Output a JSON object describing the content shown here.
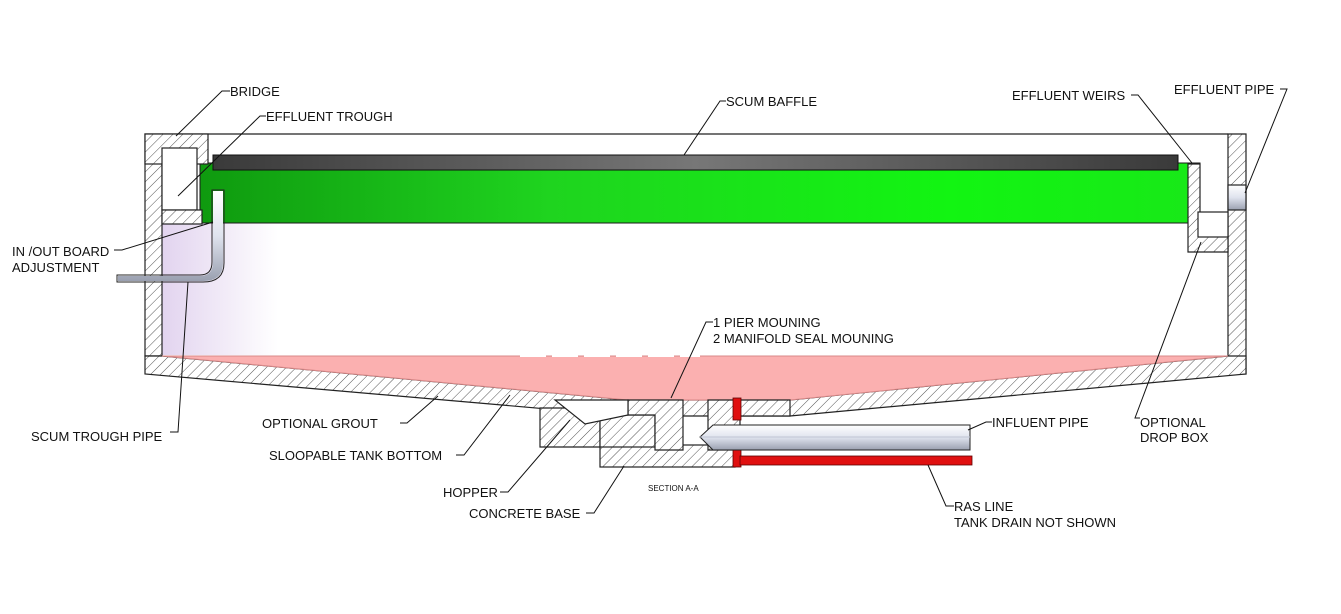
{
  "colors": {
    "clarifier_fill": "#18e818",
    "cone_fill": "#fbb0b0",
    "baffle": "#4a4a4a",
    "ras_line": "#e01010",
    "scum_trough_shade": "#e4d4f0",
    "pipe": "#e8eaf2"
  },
  "labels": {
    "bridge": "BRIDGE",
    "effluent_trough": "EFFLUENT TROUGH",
    "scum_baffle": "SCUM BAFFLE",
    "effluent_weirs": "EFFLUENT WEIRS",
    "effluent_pipe": "EFFLUENT PIPE",
    "inout_board_1": "IN /OUT BOARD",
    "inout_board_2": "ADJUSTMENT",
    "pier_1": "1 PIER MOUNING",
    "pier_2": "2 MANIFOLD SEAL MOUNING",
    "influent_pipe": "INFLUENT PIPE",
    "drop_box_1": "OPTIONAL",
    "drop_box_2": "DROP BOX",
    "scum_trough_pipe": "SCUM TROUGH PIPE",
    "optional_grout": "OPTIONAL GROUT",
    "sloopable_bottom": "SLOOPABLE TANK BOTTOM",
    "hopper": "HOPPER",
    "concrete_base": "CONCRETE BASE",
    "section": "SECTION A-A",
    "ras_1": "RAS LINE",
    "ras_2": "TANK DRAIN NOT SHOWN"
  }
}
